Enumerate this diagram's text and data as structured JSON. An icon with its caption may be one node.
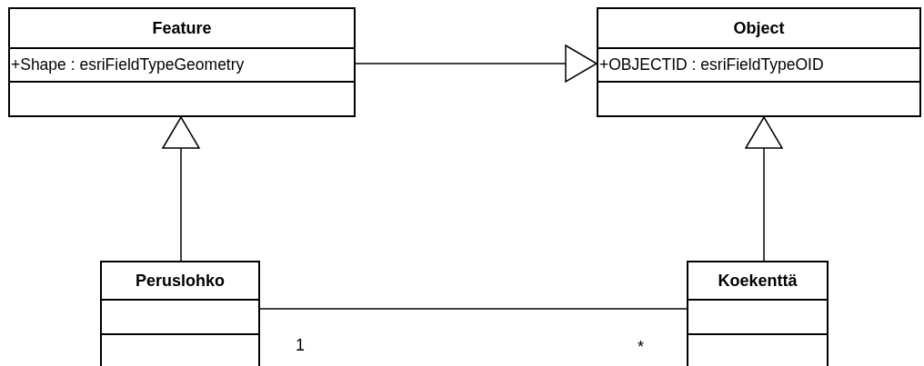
{
  "diagram": {
    "nodes": [
      {
        "text": [
          "Feature",
          "+Shape : esriFieldTypeGeometry"
        ]
      },
      {
        "text": [
          "Object",
          "+OBJECTID : esriFieldTypeOID"
        ]
      },
      {
        "text": [
          "Peruslohko"
        ]
      },
      {
        "text": [
          "Koekenttä"
        ]
      }
    ],
    "edges": [
      {
        "from": 0,
        "to": 1,
        "arrow": "to"
      },
      {
        "from": 2,
        "to": 0,
        "arrow": "to"
      },
      {
        "from": 3,
        "to": 1,
        "arrow": "to"
      },
      {
        "from": 2,
        "to": 3,
        "arrow": "none"
      }
    ],
    "labels": [
      "1",
      "*"
    ]
  }
}
